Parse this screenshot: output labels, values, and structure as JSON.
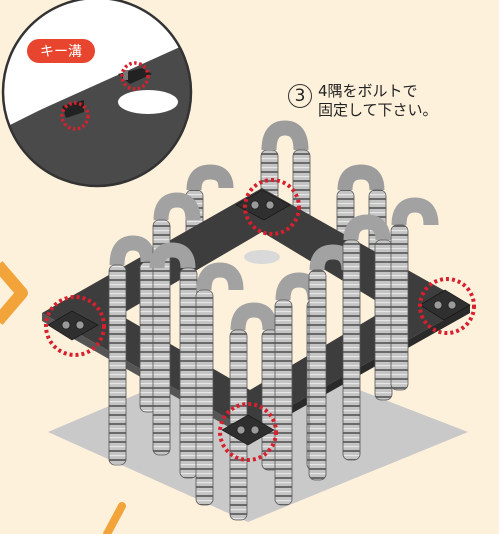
{
  "keyway_label": "キー溝",
  "step": {
    "number": "3",
    "line1": "4隅をボルトで",
    "line2": "固定して下さい。"
  },
  "colors": {
    "background": "#fdf1dc",
    "plate": "#3f3f3f",
    "rebar": "#b9b9b9",
    "rebar_dark": "#5a5a5a",
    "highlight": "#d7202e",
    "arrow": "#f2a33a",
    "ground": "#c4c4c4"
  }
}
